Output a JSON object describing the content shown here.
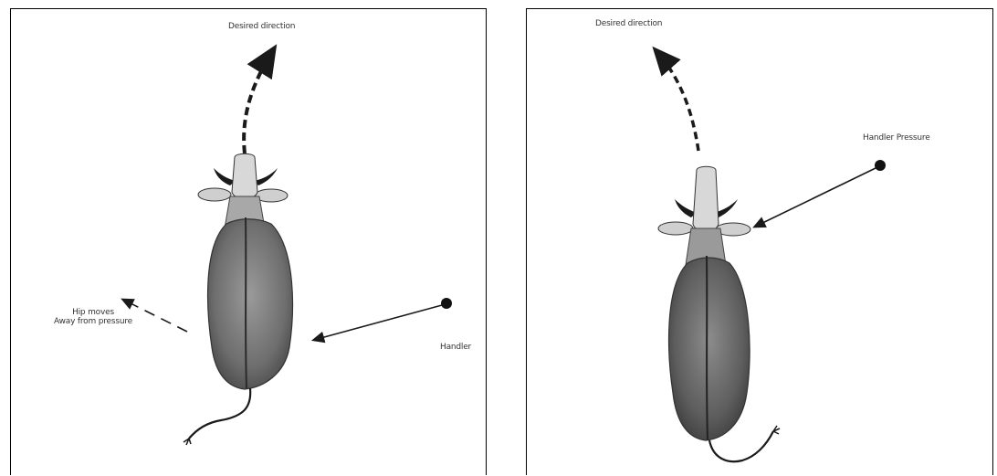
{
  "left_panel": {
    "desired_direction": "Desired direction",
    "hip_moves_line1": "Hip moves",
    "hip_moves_line2": "Away from pressure",
    "handler": "Handler"
  },
  "right_panel": {
    "desired_direction": "Desired direction",
    "handler_pressure": "Handler Pressure"
  },
  "colors": {
    "ink": "#1a1a1a",
    "body_fill": "#7a7a7a",
    "border": "#000000"
  }
}
